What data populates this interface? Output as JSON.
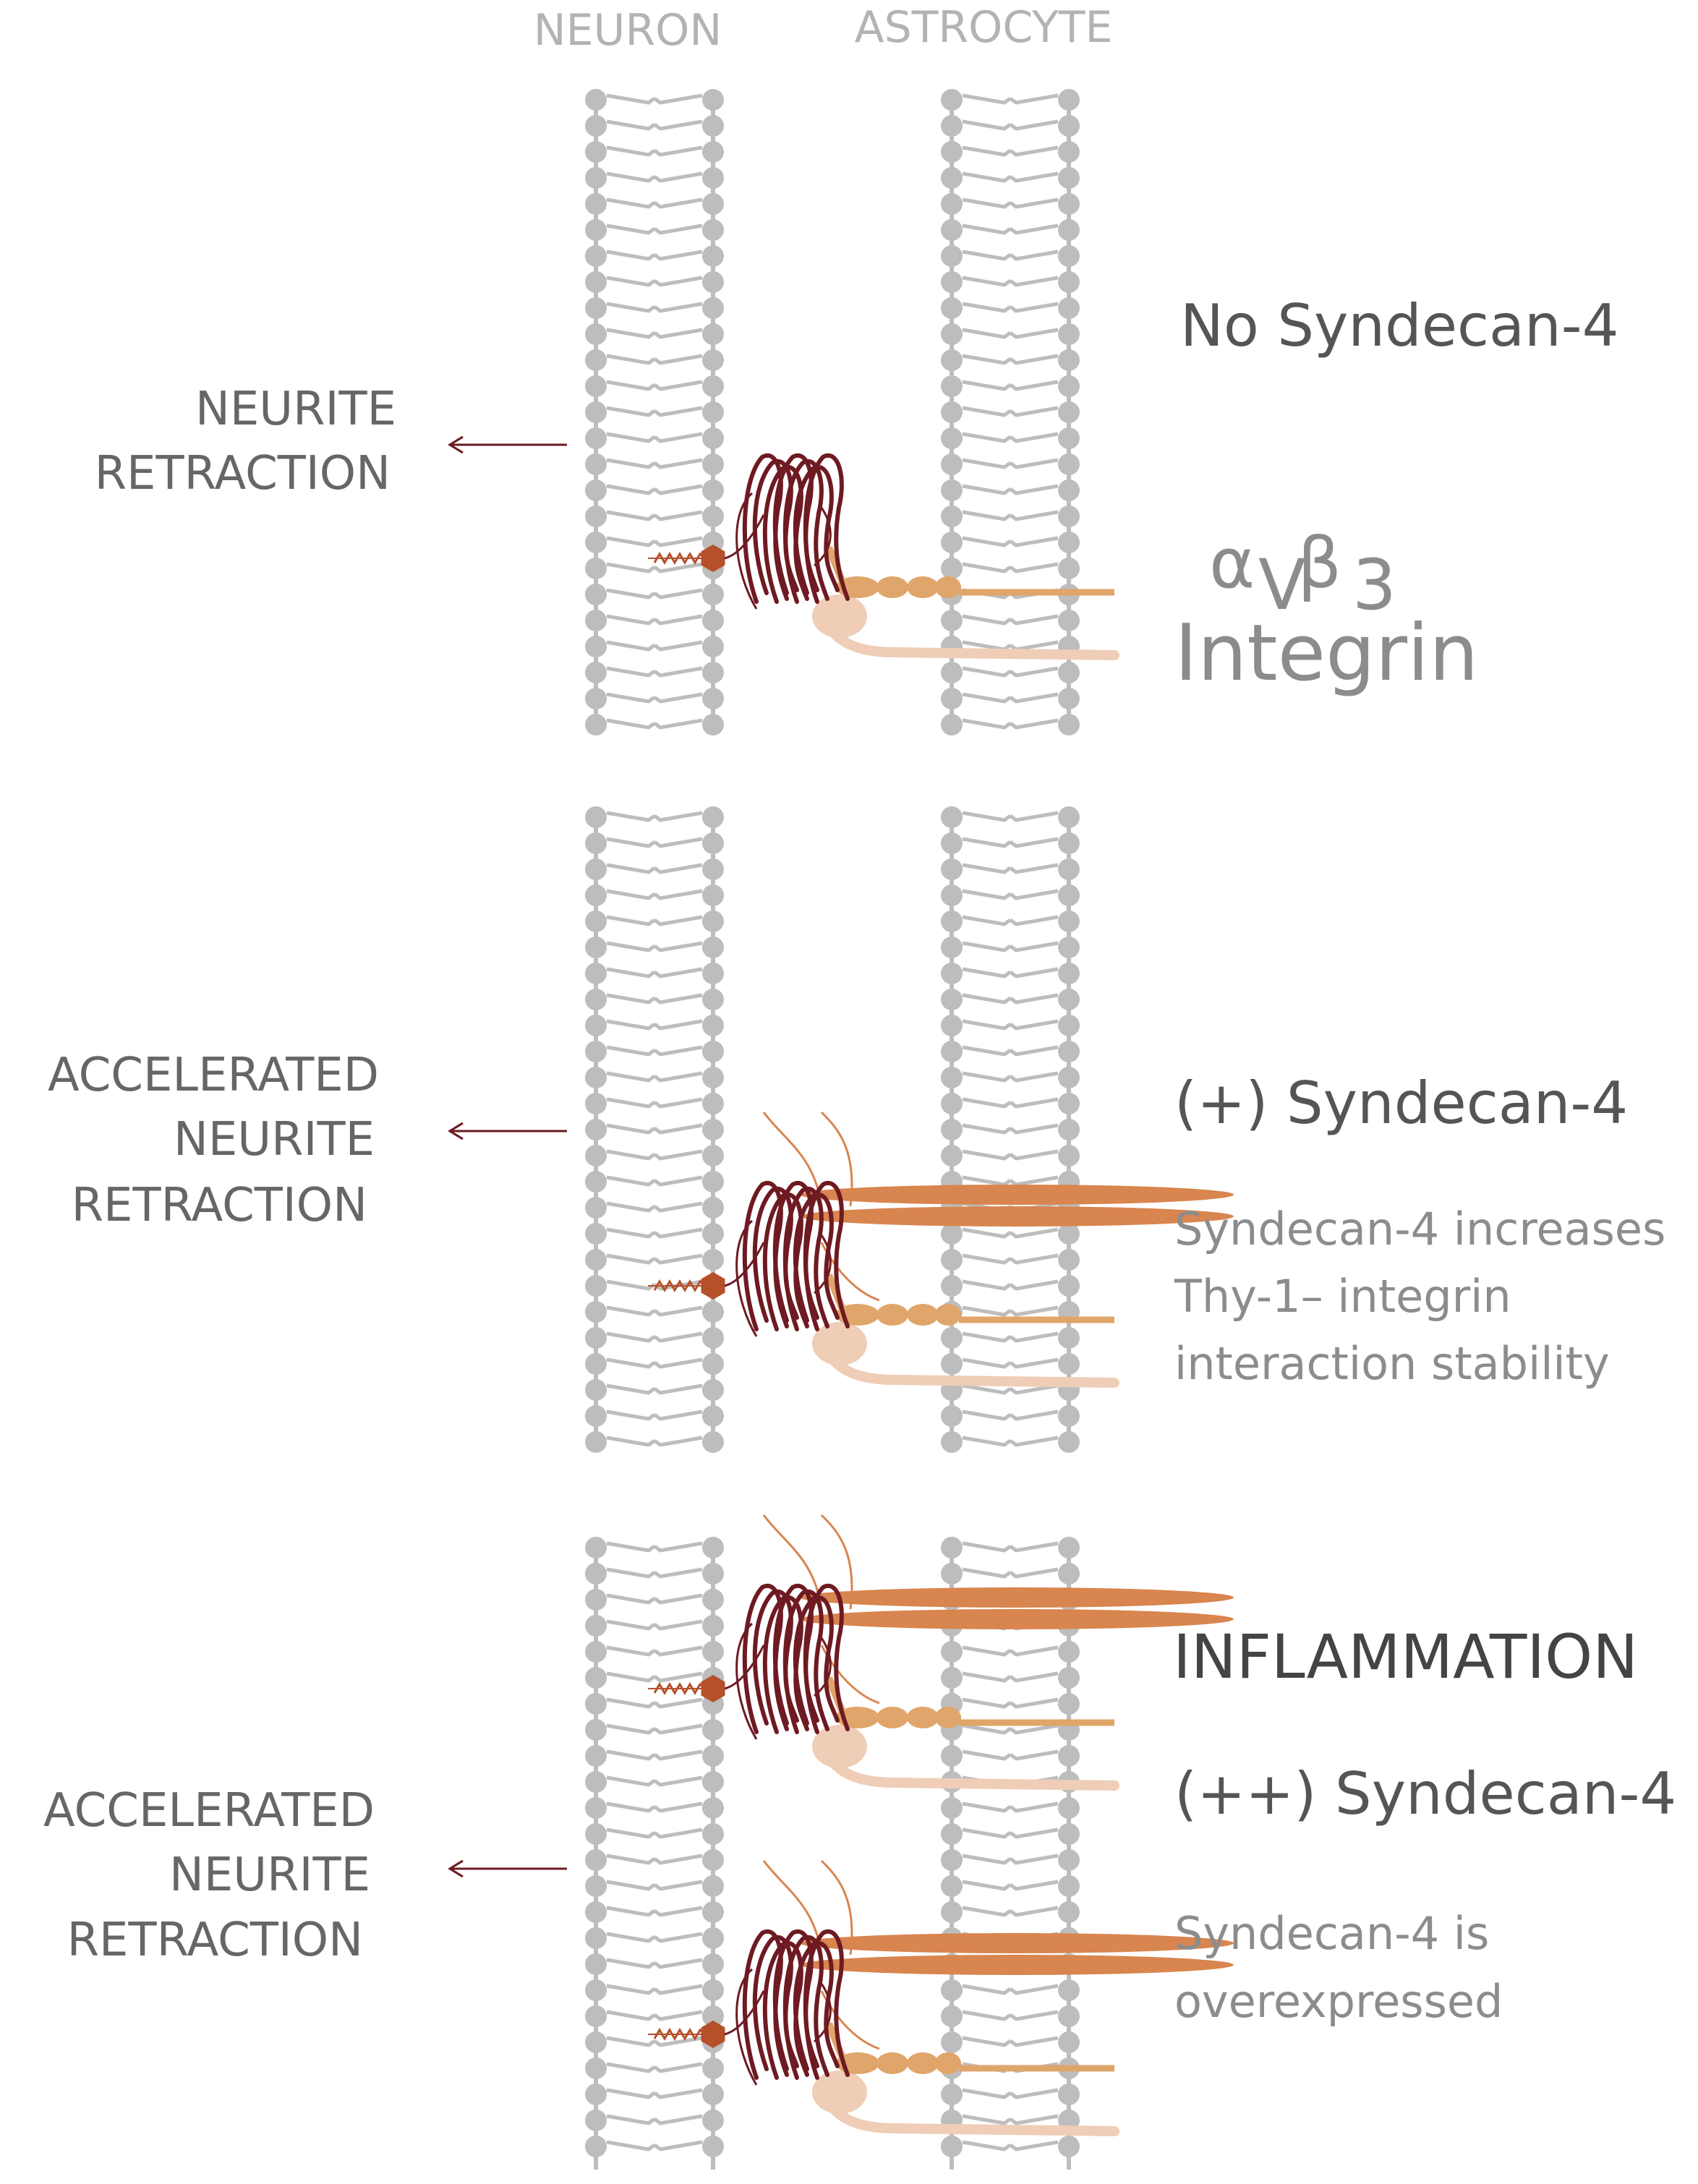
{
  "headers": {
    "neuron": "NEURON",
    "astrocyte": "ASTROCYTE"
  },
  "panel1": {
    "left_lines": [
      "NEURITE",
      "RETRACTION"
    ],
    "title": "No Syndecan-4",
    "integrin_alpha": "α",
    "integrin_v": "V",
    "integrin_beta": "β",
    "integrin_3": "3",
    "integrin_word": "Integrin"
  },
  "panel2": {
    "left_lines": [
      "ACCELERATED",
      "NEURITE",
      "RETRACTION"
    ],
    "title": "(+) Syndecan-4",
    "desc": [
      "Syndecan-4 increases",
      "Thy-1– integrin",
      "interaction stability"
    ]
  },
  "panel3": {
    "left_lines": [
      "ACCELERATED",
      "NEURITE",
      "RETRACTION"
    ],
    "condition": "INFLAMMATION",
    "title": "(++) Syndecan-4",
    "desc": [
      "Syndecan-4 is",
      "overexpressed"
    ]
  },
  "colors": {
    "membrane": "#bdbdbd",
    "thy1": "#6e1a22",
    "gpi_anchor": "#b5502a",
    "syndecan": "#d8854f",
    "integrin_beta": "#e0a56a",
    "integrin_alpha": "#efcdb6",
    "arrow": "#6e1a22"
  }
}
